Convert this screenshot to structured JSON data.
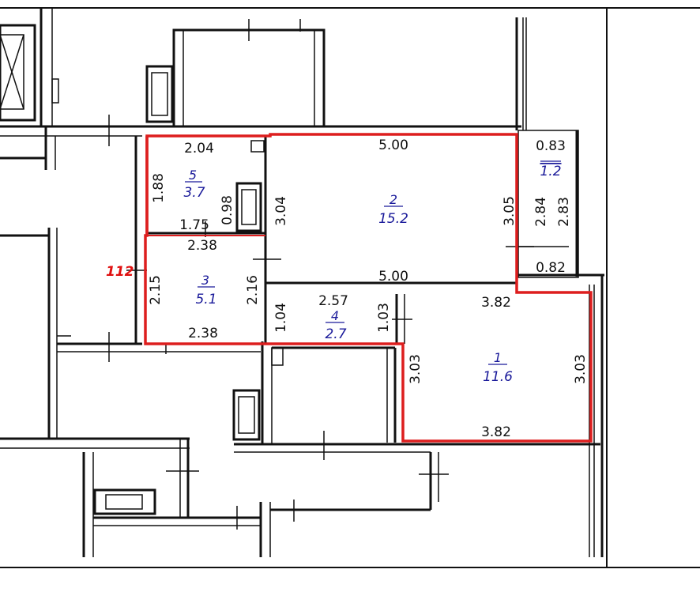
{
  "apartment_number": "112",
  "rooms": [
    {
      "number": "1",
      "area": "11.6"
    },
    {
      "number": "2",
      "area": "15.2"
    },
    {
      "number": "3",
      "area": "5.1"
    },
    {
      "number": "4",
      "area": "2.7"
    },
    {
      "number": "5",
      "area": "3.7"
    },
    {
      "number": "",
      "area": "1.2"
    }
  ],
  "dimensions": {
    "r5_top": "2.04",
    "r5_left": "1.88",
    "r5_inner": "0.98",
    "r5_bottom": "1.75",
    "r2_top": "5.00",
    "r2_left": "3.04",
    "r2_right": "3.05",
    "r2_bottom": "5.00",
    "balcony_top": "0.83",
    "balcony_inner": "2.84",
    "balcony_outer": "2.83",
    "balcony_bottom": "0.82",
    "r3_top": "2.38",
    "r3_left": "2.15",
    "r3_right": "2.16",
    "r3_bottom": "2.38",
    "r4_top": "2.57",
    "r4_left": "1.04",
    "r4_right": "1.03",
    "r1_top": "3.82",
    "r1_left": "3.03",
    "r1_right": "3.03",
    "r1_bottom": "3.82"
  }
}
